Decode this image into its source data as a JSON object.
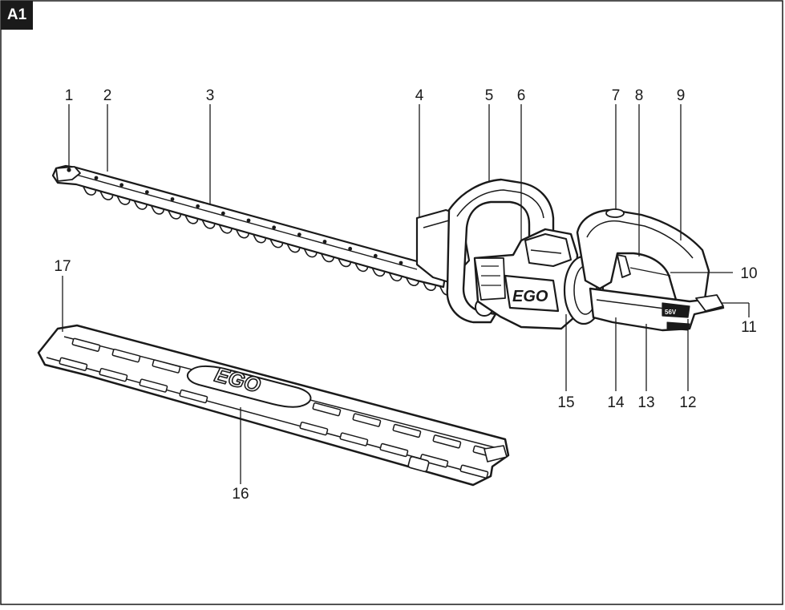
{
  "figure": {
    "badge": "A1",
    "brand_logo": "EGO",
    "battery_label": "56V",
    "callouts": [
      "1",
      "2",
      "3",
      "4",
      "5",
      "6",
      "7",
      "8",
      "9",
      "10",
      "11",
      "12",
      "13",
      "14",
      "15",
      "16",
      "17"
    ]
  }
}
